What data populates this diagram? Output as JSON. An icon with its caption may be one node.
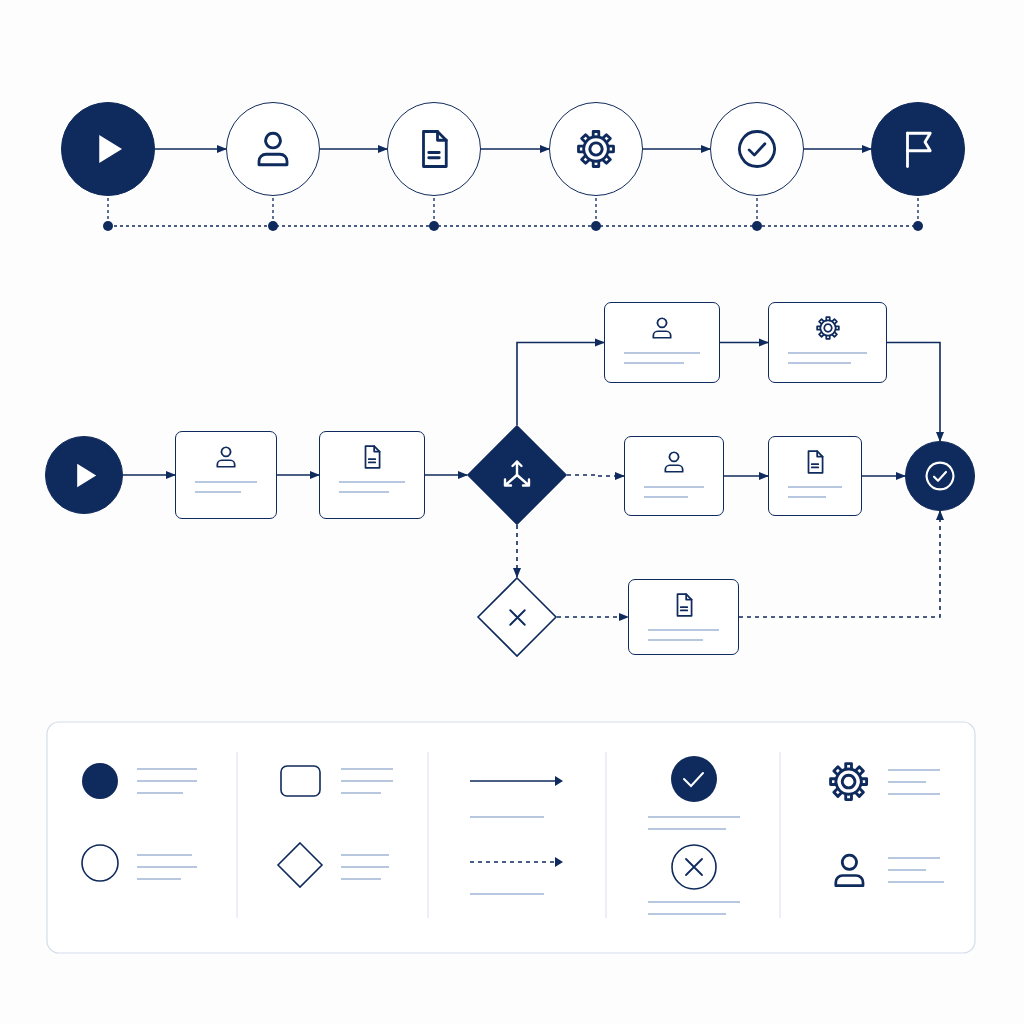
{
  "diagram": {
    "nodes": [
      {
        "text": [],
        "shape": "circle"
      },
      {
        "text": [],
        "shape": "circle"
      },
      {
        "text": [],
        "shape": "circle"
      },
      {
        "text": [],
        "shape": "circle"
      },
      {
        "text": [],
        "shape": "circle"
      },
      {
        "text": [],
        "shape": "circle"
      },
      {
        "text": [],
        "shape": "circle"
      },
      {
        "text": [],
        "shape": "box"
      },
      {
        "text": [],
        "shape": "box"
      },
      {
        "text": [],
        "shape": "diamond"
      },
      {
        "text": [],
        "shape": "box"
      },
      {
        "text": [],
        "shape": "box"
      },
      {
        "text": [],
        "shape": "box"
      },
      {
        "text": [],
        "shape": "box"
      },
      {
        "text": [],
        "shape": "circle"
      },
      {
        "text": [],
        "shape": "diamond"
      },
      {
        "text": [],
        "shape": "box"
      }
    ],
    "edges": [
      {
        "from": 0,
        "to": 1,
        "arrow": "to"
      },
      {
        "from": 1,
        "to": 2,
        "arrow": "to"
      },
      {
        "from": 2,
        "to": 3,
        "arrow": "to"
      },
      {
        "from": 3,
        "to": 4,
        "arrow": "to"
      },
      {
        "from": 4,
        "to": 5,
        "arrow": "to"
      },
      {
        "from": 6,
        "to": 7,
        "arrow": "to"
      },
      {
        "from": 7,
        "to": 8,
        "arrow": "to"
      },
      {
        "from": 8,
        "to": 9,
        "arrow": "to"
      },
      {
        "from": 9,
        "to": 10,
        "arrow": "to"
      },
      {
        "from": 10,
        "to": 11,
        "arrow": "to"
      },
      {
        "from": 11,
        "to": 14,
        "arrow": "to"
      },
      {
        "from": 9,
        "to": 12,
        "arrow": "to",
        "style": "dashed"
      },
      {
        "from": 12,
        "to": 13,
        "arrow": "to"
      },
      {
        "from": 13,
        "to": 14,
        "arrow": "to"
      },
      {
        "from": 9,
        "to": 15,
        "arrow": "to",
        "style": "dashed"
      },
      {
        "from": 15,
        "to": 16,
        "arrow": "to",
        "style": "dashed"
      },
      {
        "from": 16,
        "to": 14,
        "arrow": "to",
        "style": "dashed"
      }
    ]
  }
}
